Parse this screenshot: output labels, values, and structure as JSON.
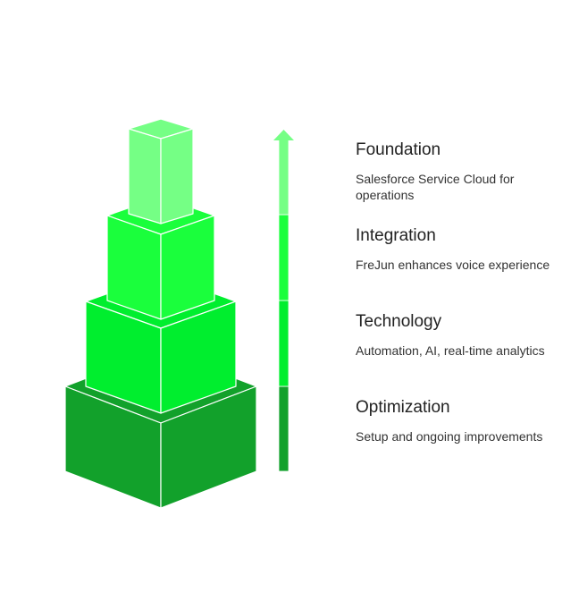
{
  "colors": {
    "level1": "#75FF85",
    "level2": "#1AFF3C",
    "level3": "#00EE2E",
    "level4": "#12A12B"
  },
  "items": [
    {
      "title": "Foundation",
      "description": "Salesforce Service Cloud for operations"
    },
    {
      "title": "Integration",
      "description": "FreJun enhances voice experience"
    },
    {
      "title": "Technology",
      "description": "Automation, AI, real-time analytics"
    },
    {
      "title": "Optimization",
      "description": "Setup and ongoing improvements"
    }
  ]
}
